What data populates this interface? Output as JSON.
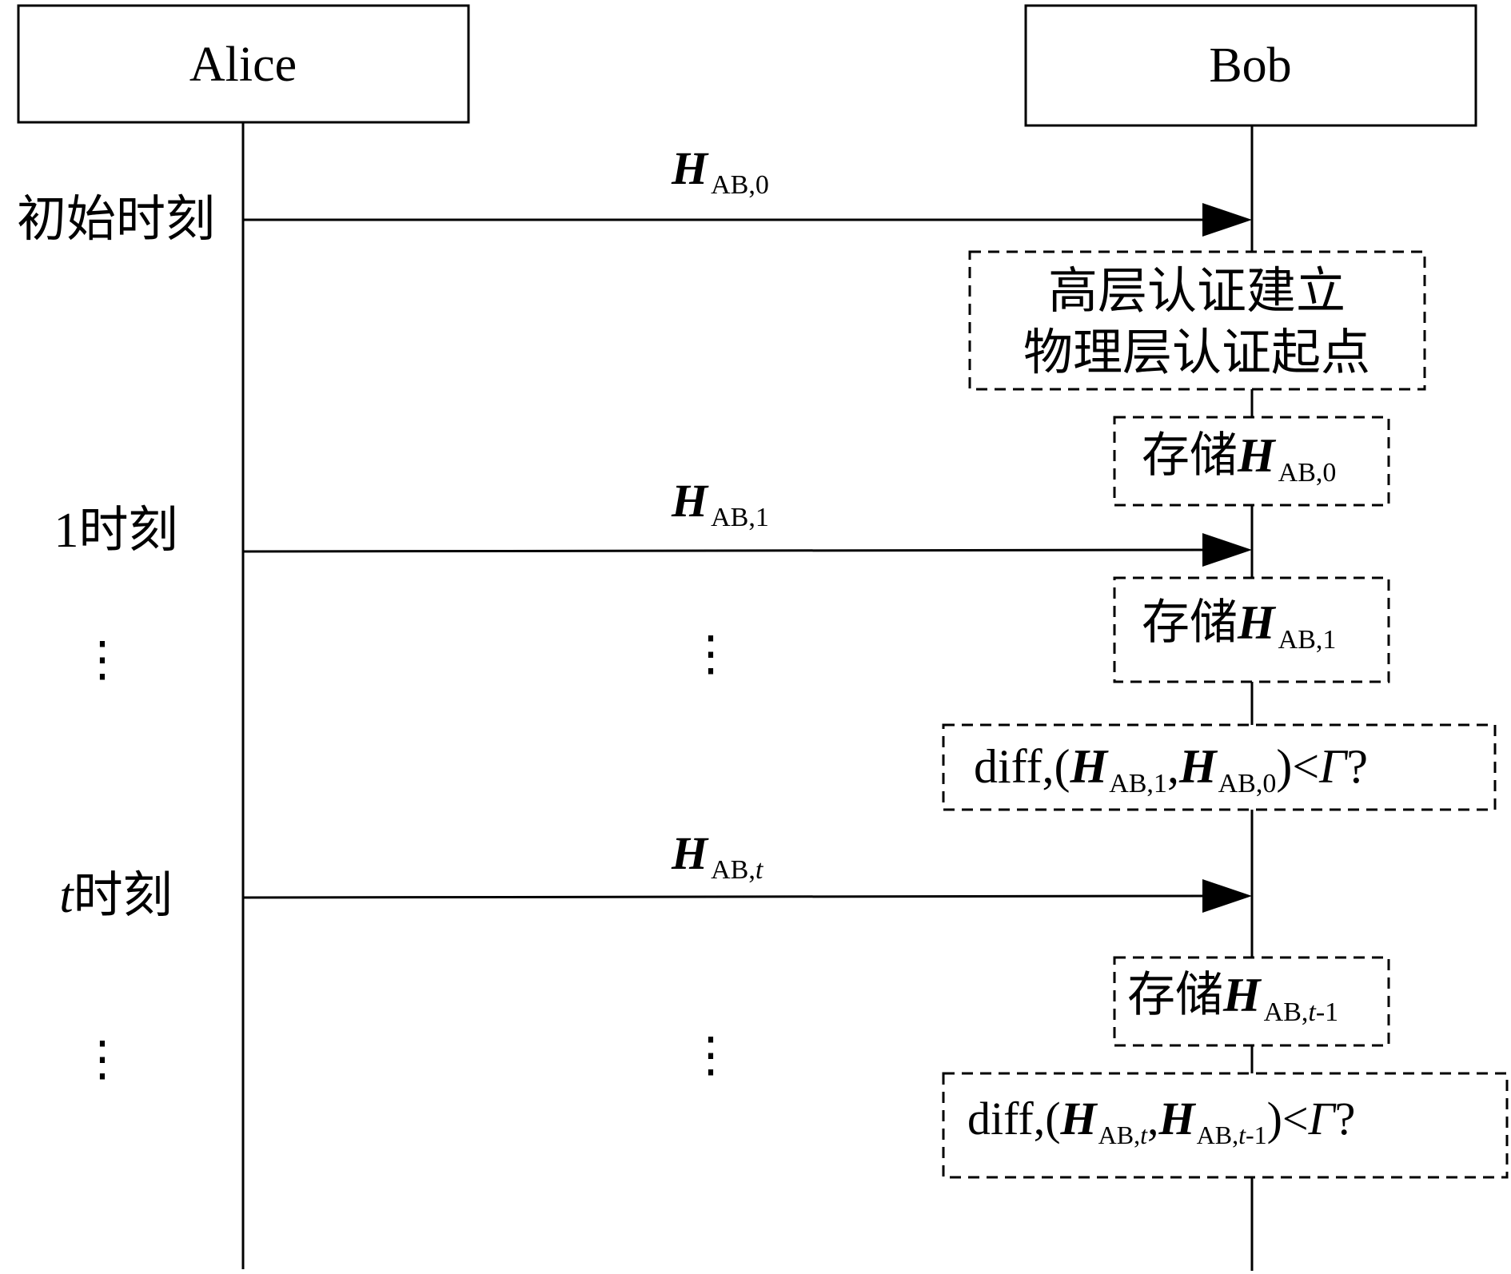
{
  "participants": {
    "alice": "Alice",
    "bob": "Bob"
  },
  "time_labels": {
    "initial": "初始时刻",
    "one_num": "1",
    "one_suffix": "时刻",
    "t_var": "t",
    "t_suffix": "时刻",
    "ellipsis_1": "⋮",
    "ellipsis_2": "⋮"
  },
  "messages": {
    "m0": {
      "H": "H",
      "sub": "AB,0"
    },
    "m1": {
      "H": "H",
      "sub": "AB,1"
    },
    "mt": {
      "H": "H",
      "sub_pre": "AB,",
      "sub_var": "t"
    },
    "mid_ellipsis_1": "⋮",
    "mid_ellipsis_2": "⋮"
  },
  "boxes": {
    "auth": {
      "line1": "高层认证建立",
      "line2": "物理层认证起点"
    },
    "store0": {
      "prefix": "存储",
      "H": "H",
      "sub": "AB,0"
    },
    "store1": {
      "prefix": "存储",
      "H": "H",
      "sub": "AB,1"
    },
    "diff1": {
      "fn": "diff,(",
      "H1": "H",
      "sub1": "AB,1",
      "comma": ",",
      "H2": "H",
      "sub2": "AB,0",
      "close": ")<",
      "gamma": "Γ",
      "q": "?"
    },
    "store_t": {
      "prefix": "存储",
      "H": "H",
      "sub_pre": "AB,",
      "sub_var": "t",
      "sub_post": "-1"
    },
    "diff_t": {
      "fn": "diff,(",
      "H1": "H",
      "sub1_pre": "AB,",
      "sub1_var": "t",
      "comma": ",",
      "H2": "H",
      "sub2_pre": "AB,",
      "sub2_var": "t",
      "sub2_post": "-1",
      "close": ")<",
      "gamma": "Γ",
      "q": "?"
    }
  }
}
